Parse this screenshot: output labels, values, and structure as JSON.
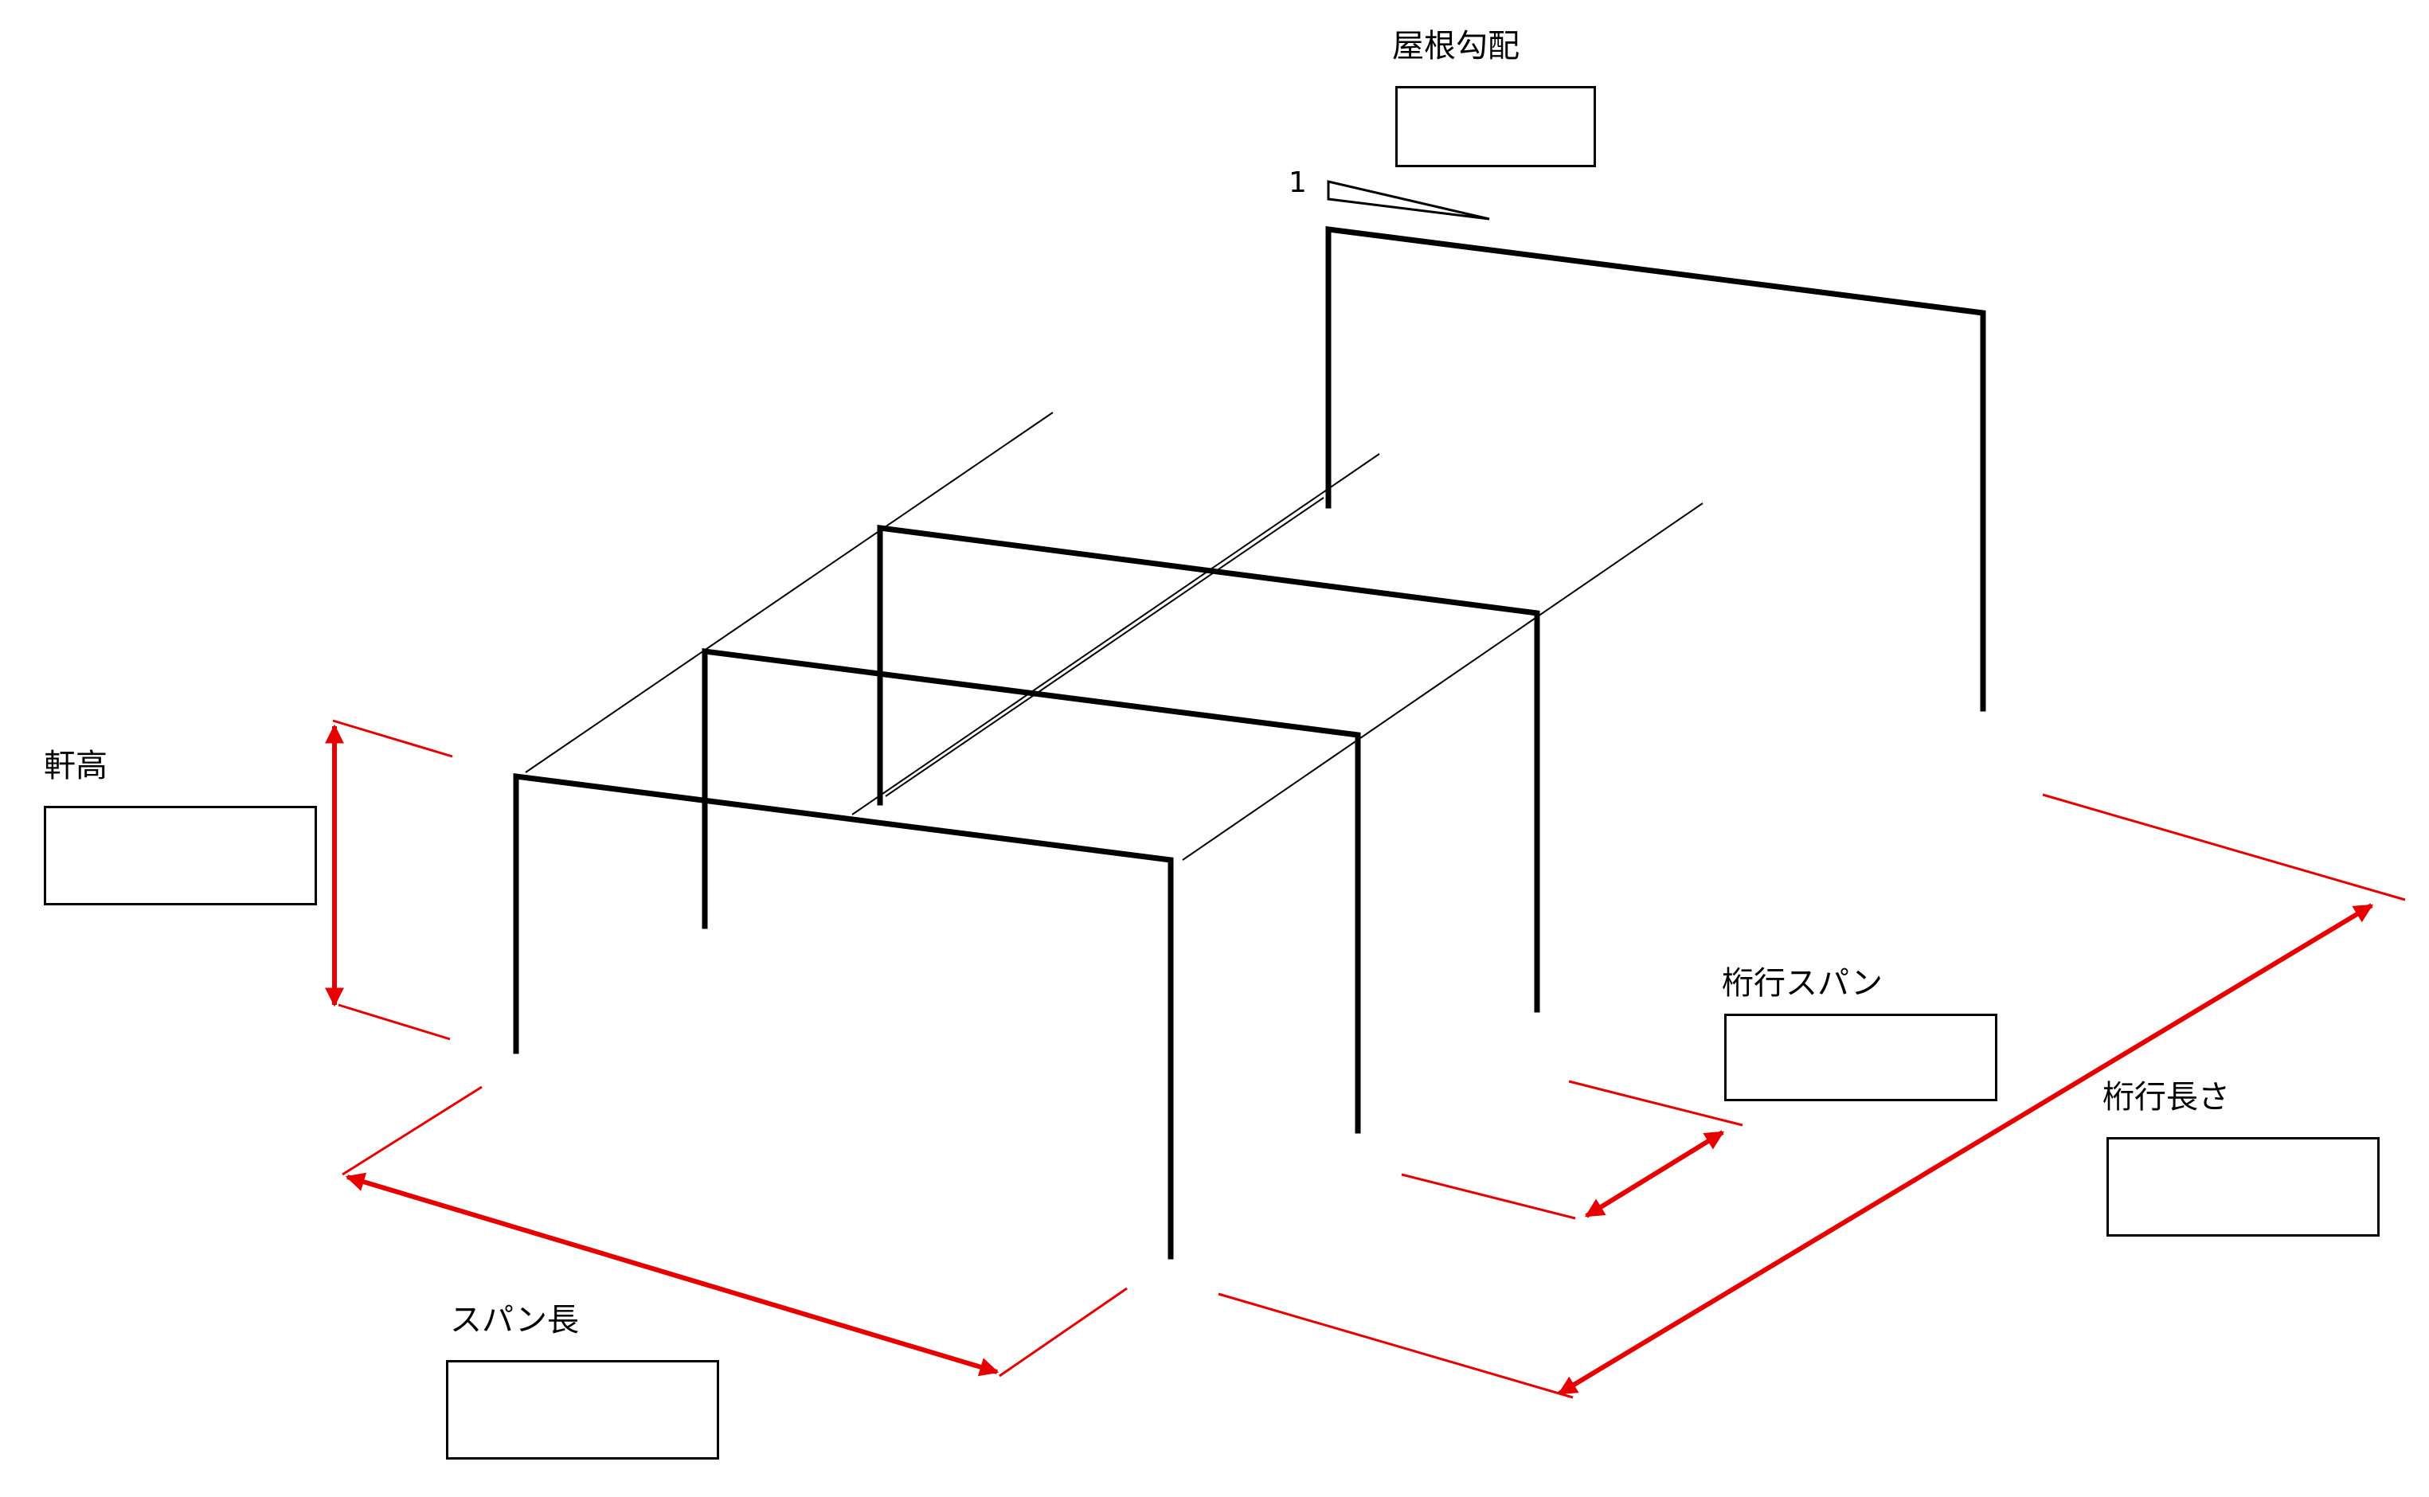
{
  "labels": {
    "roof_pitch": "屋根勾配",
    "pitch_unit": "1",
    "eave_height": "軒高",
    "bay_span": "桁行スパン",
    "building_length": "桁行長さ",
    "span_length": "スパン長"
  },
  "inputs": {
    "roof_pitch": "",
    "eave_height": "",
    "bay_span": "",
    "building_length": "",
    "span_length": ""
  },
  "colors": {
    "frame": "#000000",
    "dimension": "#e60000"
  }
}
